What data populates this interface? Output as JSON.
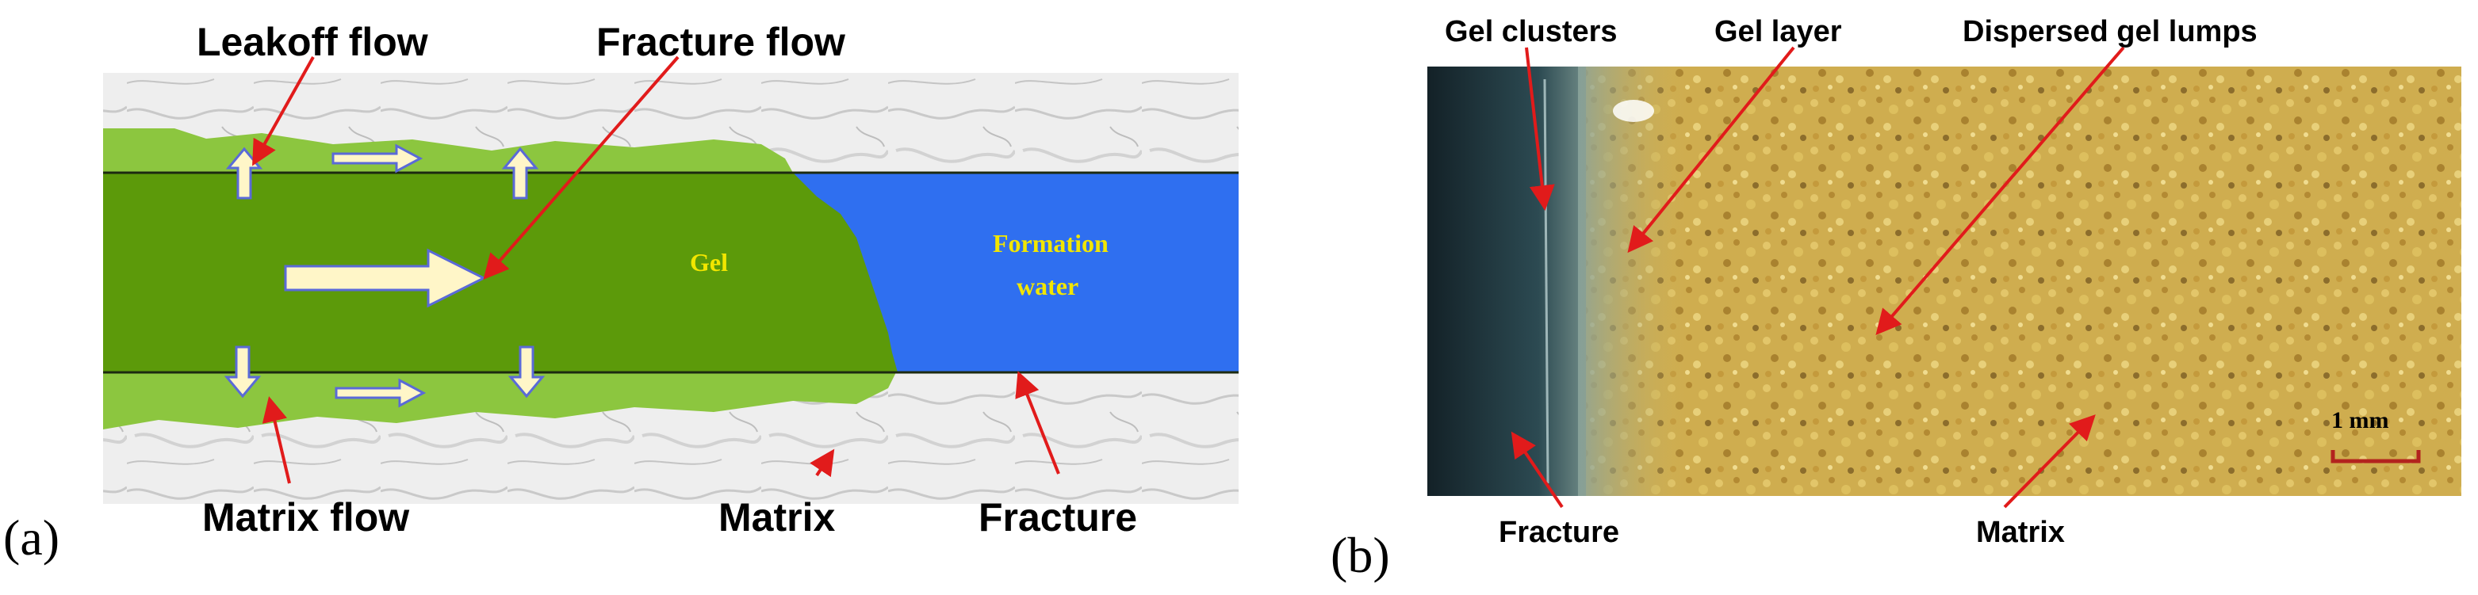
{
  "panel_a": {
    "label": "(a)",
    "callouts": {
      "leakoff_flow": "Leakoff flow",
      "fracture_flow": "Fracture flow",
      "matrix_flow": "Matrix flow",
      "matrix": "Matrix",
      "fracture": "Fracture"
    },
    "gel_label": "Gel",
    "water_label_line1": "Formation",
    "water_label_line2": "water",
    "colors": {
      "gel_dark": "#5c9a0a",
      "gel_light": "#8cc63f",
      "formation_water": "#2f6ff0",
      "arrow_fill": "#fff6c8",
      "callout_arrow": "#e11b1b"
    }
  },
  "panel_b": {
    "label": "(b)",
    "callouts": {
      "gel_clusters": "Gel clusters",
      "gel_layer": "Gel layer",
      "dispersed_gel_lumps": "Dispersed gel lumps",
      "fracture": "Fracture",
      "matrix": "Matrix"
    },
    "scale_bar": "1 mm",
    "colors": {
      "fracture_dark": "#1d2b30",
      "matrix_base": "#c9a84a",
      "scale_bar": "#b3231e"
    }
  }
}
